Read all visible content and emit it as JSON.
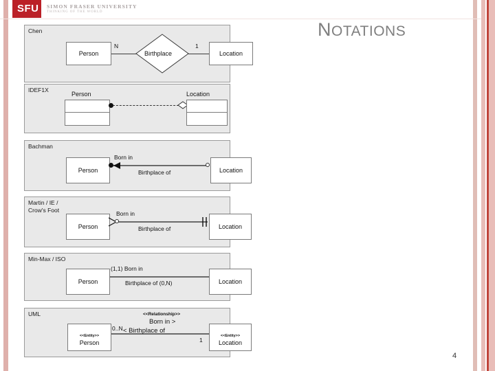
{
  "header": {
    "logo_box": "SFU",
    "university": "SIMON FRASER UNIVERSITY",
    "tagline": "THINKING OF THE WORLD"
  },
  "slide": {
    "title_first": "N",
    "title_rest": "OTATIONS",
    "page_number": "4"
  },
  "panels": [
    {
      "id": "chen",
      "label": "Chen",
      "left_entity": "Person",
      "relationship": "Birthplace",
      "right_entity": "Location",
      "left_cardinality": "N",
      "right_cardinality": "1"
    },
    {
      "id": "idef1x",
      "label": "IDEF1X",
      "left_entity": "Person",
      "right_entity": "Location"
    },
    {
      "id": "bachman",
      "label": "Bachman",
      "left_entity": "Person",
      "right_entity": "Location",
      "label_above": "Born in",
      "label_below": "Birthplace of"
    },
    {
      "id": "martin",
      "label": "Martin / IE /\nCrow's Foot",
      "left_entity": "Person",
      "right_entity": "Location",
      "label_above": "Born in",
      "label_below": "Birthplace of"
    },
    {
      "id": "minmax",
      "label": "Min-Max / ISO",
      "left_entity": "Person",
      "right_entity": "Location",
      "label_above": "(1,1) Born in",
      "label_below": "Birthplace of (0,N)"
    },
    {
      "id": "uml",
      "label": "UML",
      "left_entity": "Person",
      "right_entity": "Location",
      "entity_stereotype": "<<Entity>>",
      "relationship_stereotype": "<<Relationship>>",
      "label_above": "Born in >",
      "label_below": "< Birthplace of",
      "left_multiplicity": "0..N",
      "right_multiplicity": "1"
    }
  ],
  "colors": {
    "accent_red": "#bb2027",
    "stripe_dark": "#c0443a",
    "stripe_pink": "#e0bdb6",
    "panel_fill": "#e9e9e9",
    "title_gray": "#7f7f7f"
  }
}
